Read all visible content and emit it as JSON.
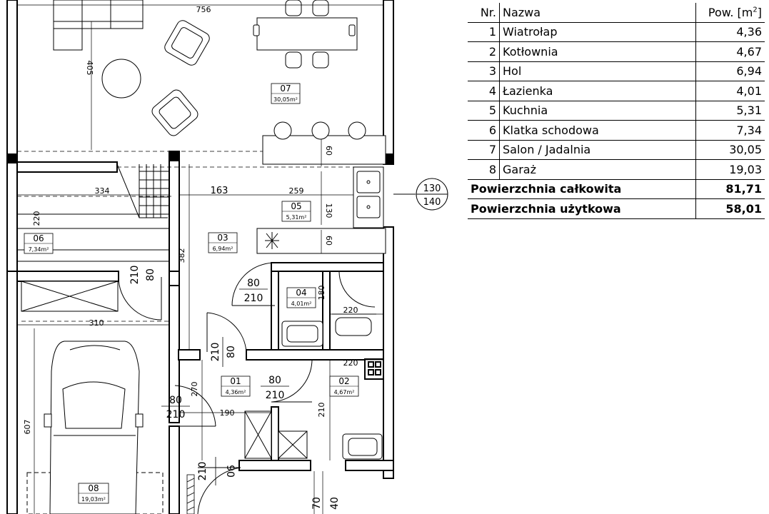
{
  "table": {
    "header": {
      "nr": "Nr.",
      "name": "Nazwa",
      "area": "Pow. [m",
      "area_sup": "2",
      "area_end": "]"
    },
    "rows": [
      {
        "nr": "1",
        "name": "Wiatrołap",
        "area": "4,36"
      },
      {
        "nr": "2",
        "name": "Kotłownia",
        "area": "4,67"
      },
      {
        "nr": "3",
        "name": "Hol",
        "area": "6,94"
      },
      {
        "nr": "4",
        "name": "Łazienka",
        "area": "4,01"
      },
      {
        "nr": "5",
        "name": "Kuchnia",
        "area": "5,31"
      },
      {
        "nr": "6",
        "name": "Klatka schodowa",
        "area": "7,34"
      },
      {
        "nr": "7",
        "name": "Salon / Jadalnia",
        "area": "30,05"
      },
      {
        "nr": "8",
        "name": "Garaż",
        "area": "19,03"
      }
    ],
    "totals": [
      {
        "name": "Powierzchnia całkowita",
        "area": "81,71"
      },
      {
        "name": "Powierzchnia użytkowa",
        "area": "58,01"
      }
    ]
  },
  "rooms": [
    {
      "id": "07",
      "area": "30,05m²"
    },
    {
      "id": "05",
      "area": "5,31m²"
    },
    {
      "id": "03",
      "area": "6,94m²"
    },
    {
      "id": "06",
      "area": "7,34m²"
    },
    {
      "id": "04",
      "area": "4,01m²"
    },
    {
      "id": "01",
      "area": "4,36m²"
    },
    {
      "id": "02",
      "area": "4,67m²"
    },
    {
      "id": "08",
      "area": "19,03m²"
    }
  ],
  "dimensions": {
    "d756": "756",
    "d405": "405",
    "d334": "334",
    "d163": "163",
    "d259": "259",
    "d60a": "60",
    "d130": "130",
    "d60b": "60",
    "d220a": "220",
    "d382": "382",
    "d180": "180",
    "d220b": "220",
    "d310": "310",
    "d220c": "220",
    "d210": "210",
    "d190": "190",
    "d607": "607",
    "d270": "270",
    "d40": "40",
    "d70": "70"
  },
  "doors": {
    "stair_w": "80",
    "stair_h": "210",
    "bath_w": "80",
    "bath_h": "210",
    "hall_w": "80",
    "hall_h": "210",
    "boiler_w": "80",
    "boiler_h": "210",
    "garage_w": "80",
    "garage_h": "210",
    "entry_w": "90",
    "entry_h": "210"
  },
  "level_marker": {
    "top": "130",
    "bottom": "140"
  }
}
